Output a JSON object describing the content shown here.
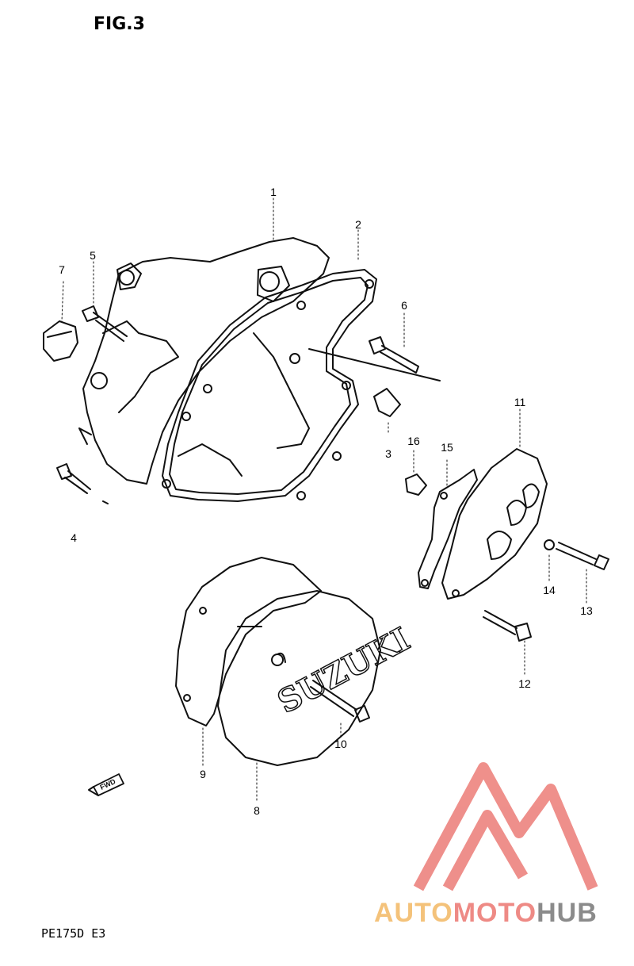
{
  "figure": {
    "title": "FIG.3",
    "model_code": "PE175D E3"
  },
  "direction_label": "FWD",
  "callouts": [
    {
      "id": "1",
      "part": "right-crankcase-cover"
    },
    {
      "id": "2",
      "part": "cover-gasket"
    },
    {
      "id": "3",
      "part": "dowel-pin"
    },
    {
      "id": "4",
      "part": "bolt"
    },
    {
      "id": "5",
      "part": "bolt"
    },
    {
      "id": "6",
      "part": "bolt"
    },
    {
      "id": "7",
      "part": "oil-filler-cap"
    },
    {
      "id": "8",
      "part": "magneto-cover"
    },
    {
      "id": "9",
      "part": "magneto-cover-gasket"
    },
    {
      "id": "10",
      "part": "screw"
    },
    {
      "id": "11",
      "part": "kick-cover"
    },
    {
      "id": "12",
      "part": "screw"
    },
    {
      "id": "13",
      "part": "screw"
    },
    {
      "id": "14",
      "part": "washer"
    },
    {
      "id": "15",
      "part": "kick-cover-gasket"
    },
    {
      "id": "16",
      "part": "dowel-pin"
    }
  ],
  "cover_embossing": "SUZUKI",
  "watermark": {
    "part1": "AUTO",
    "part2": "MOTO",
    "part3": "HUB",
    "colors": {
      "auto": "#f4c27a",
      "moto": "#ee8a85",
      "hub": "#8b8b8b",
      "triangle": "#ee8a85"
    }
  }
}
